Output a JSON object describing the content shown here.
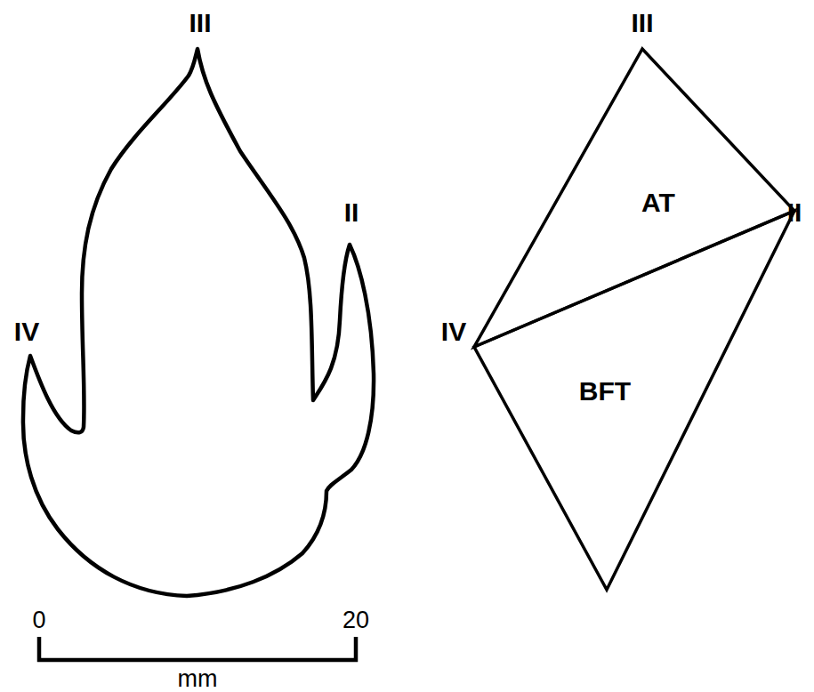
{
  "diagram": {
    "nodes": [
      {
        "text": [
          "AT"
        ]
      },
      {
        "text": [
          "BFT"
        ]
      }
    ],
    "labels": [
      "III",
      "II",
      "IV",
      "0",
      "20",
      "mm",
      "III",
      "II",
      "IV"
    ]
  }
}
